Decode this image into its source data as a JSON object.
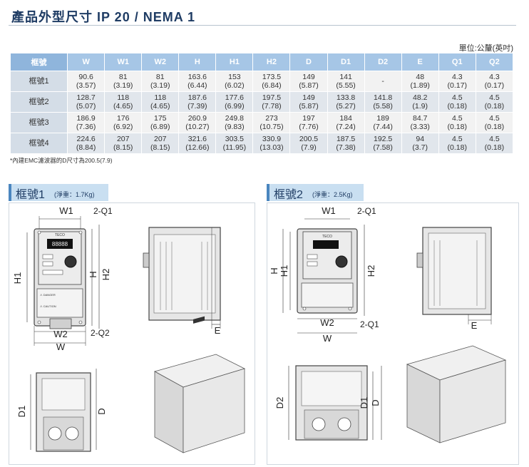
{
  "header": {
    "title": "產品外型尺寸  IP 20 / NEMA 1"
  },
  "unit_note": "單位:公釐(英吋)",
  "table": {
    "headers": [
      "框號",
      "W",
      "W1",
      "W2",
      "H",
      "H1",
      "H2",
      "D",
      "D1",
      "D2",
      "E",
      "Q1",
      "Q2"
    ],
    "rows": [
      {
        "frame": "框號1",
        "cells": [
          [
            "90.6",
            "(3.57)"
          ],
          [
            "81",
            "(3.19)"
          ],
          [
            "81",
            "(3.19)"
          ],
          [
            "163.6",
            "(6.44)"
          ],
          [
            "153",
            "(6.02)"
          ],
          [
            "173.5",
            "(6.84)"
          ],
          [
            "149",
            "(5.87)"
          ],
          [
            "141",
            "(5.55)"
          ],
          [
            "-",
            ""
          ],
          [
            "48",
            "(1.89)"
          ],
          [
            "4.3",
            "(0.17)"
          ],
          [
            "4.3",
            "(0.17)"
          ]
        ]
      },
      {
        "frame": "框號2",
        "cells": [
          [
            "128.7",
            "(5.07)"
          ],
          [
            "118",
            "(4.65)"
          ],
          [
            "118",
            "(4.65)"
          ],
          [
            "187.6",
            "(7.39)"
          ],
          [
            "177.6",
            "(6.99)"
          ],
          [
            "197.5",
            "(7.78)"
          ],
          [
            "149",
            "(5.87)"
          ],
          [
            "133.8",
            "(5.27)"
          ],
          [
            "141.8",
            "(5.58)"
          ],
          [
            "48.2",
            "(1.9)"
          ],
          [
            "4.5",
            "(0.18)"
          ],
          [
            "4.5",
            "(0.18)"
          ]
        ]
      },
      {
        "frame": "框號3",
        "cells": [
          [
            "186.9",
            "(7.36)"
          ],
          [
            "176",
            "(6.92)"
          ],
          [
            "175",
            "(6.89)"
          ],
          [
            "260.9",
            "(10.27)"
          ],
          [
            "249.8",
            "(9.83)"
          ],
          [
            "273",
            "(10.75)"
          ],
          [
            "197",
            "(7.76)"
          ],
          [
            "184",
            "(7.24)"
          ],
          [
            "189",
            "(7.44)"
          ],
          [
            "84.7",
            "(3.33)"
          ],
          [
            "4.5",
            "(0.18)"
          ],
          [
            "4.5",
            "(0.18)"
          ]
        ]
      },
      {
        "frame": "框號4",
        "cells": [
          [
            "224.6",
            "(8.84)"
          ],
          [
            "207",
            "(8.15)"
          ],
          [
            "207",
            "(8.15)"
          ],
          [
            "321.6",
            "(12.66)"
          ],
          [
            "303.5",
            "(11.95)"
          ],
          [
            "330.9",
            "(13.03)"
          ],
          [
            "200.5",
            "(7.9)"
          ],
          [
            "187.5",
            "(7.38)"
          ],
          [
            "192.5",
            "(7.58)"
          ],
          [
            "94",
            "(3.7)"
          ],
          [
            "4.5",
            "(0.18)"
          ],
          [
            "4.5",
            "(0.18)"
          ]
        ]
      }
    ]
  },
  "footnote": "*內建EMC濾波器的D尺寸為200.5(7.9)",
  "frame1": {
    "label": "框號1",
    "weight": "(淨重：1.7Kg)",
    "dims": {
      "w1": "W1",
      "q1": "2-Q1",
      "h1": "H1",
      "h": "H",
      "h2": "H2",
      "w2": "W2",
      "q2": "2-Q2",
      "w": "W",
      "e": "E",
      "d1": "D1",
      "d": "D"
    }
  },
  "frame2": {
    "label": "框號2",
    "weight": "(淨重：2.5Kg)",
    "dims": {
      "w1": "W1",
      "q1": "2-Q1",
      "h": "H",
      "h1": "H1",
      "h2": "H2",
      "w2": "W2",
      "q2": "2-Q1",
      "w": "W",
      "e": "E",
      "d2": "D2",
      "d1": "D1",
      "d": "D"
    }
  },
  "device": {
    "brand": "TECO",
    "display": "88888",
    "warning1": "⚠ DANGER",
    "warning2": "⚠ CAUTION"
  },
  "colors": {
    "header_blue": "#a6c6e6",
    "tab_blue": "#c9dff1",
    "title_navy": "#1f3c64"
  }
}
